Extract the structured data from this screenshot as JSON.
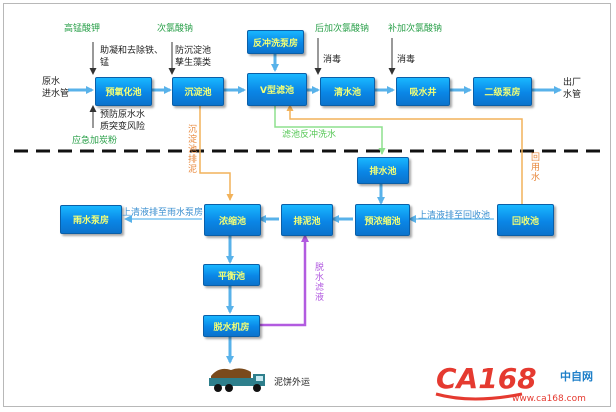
{
  "boxes": {
    "backwash_pump": "反冲洗泵房",
    "pre_oxidation": "预氧化池",
    "sedimentation": "沉淀池",
    "v_filter": "V型滤池",
    "clear_water": "清水池",
    "suction_well": "吸水井",
    "second_pump": "二级泵房",
    "drainage": "排水池",
    "rain_pump": "雨水泵房",
    "thickener": "浓缩池",
    "sludge_pool": "排泥池",
    "pre_thickener": "预浓缩池",
    "recovery": "回收池",
    "balance": "平衡池",
    "dewatering": "脱水机房"
  },
  "labels": {
    "raw_inlet_1": "原水",
    "raw_inlet_2": "进水管",
    "outlet_1": "出厂",
    "outlet_2": "水管",
    "kmno4": "高锰酸钾",
    "naclo_1": "次氯酸钠",
    "post_naclo": "后加次氯酸钠",
    "supp_naclo": "补加次氯酸钠",
    "coag_1": "助凝和去除铁、",
    "coag_2": "锰",
    "algae_1": "防沉淀池",
    "algae_2": "孳生藻类",
    "disinfect_1": "消毒",
    "disinfect_2": "消毒",
    "risk_1": "预防原水水",
    "risk_2": "质突变风险",
    "emergency_pac": "应急加炭粉",
    "backwash_water": "滤池反冲洗水",
    "sed_sludge": "沉淀池排泥",
    "reuse_water": "回用水",
    "rain_supernatant": "上清液排至雨水泵房",
    "recover_supernatant": "上清液排至回收池",
    "dewater_filtrate": "脱水滤液",
    "cake_out": "泥饼外运"
  },
  "logo": {
    "brand": "CA168",
    "tag_1": "中自网",
    "tag_2": "www.ca168.com"
  },
  "colors": {
    "box": "#0a86e6",
    "box_text": "#f2ff76",
    "arrow": "#58b2ea",
    "orange_line": "#f2b25a",
    "green_line": "#8ee08e",
    "purple_line": "#b25be0",
    "logo_red": "#e53a30",
    "logo_blue": "#1e7fc8"
  },
  "icons": {
    "truck": "sludge-truck-icon"
  }
}
